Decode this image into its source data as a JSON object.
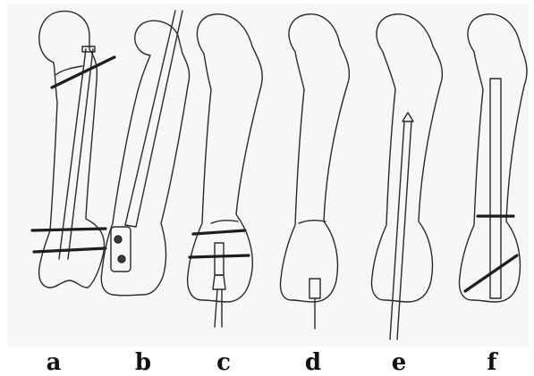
{
  "panels": [
    {
      "id": "a",
      "label": "a"
    },
    {
      "id": "b",
      "label": "b"
    },
    {
      "id": "c",
      "label": "c"
    },
    {
      "id": "d",
      "label": "d"
    },
    {
      "id": "e",
      "label": "e"
    },
    {
      "id": "f",
      "label": "f"
    }
  ],
  "colors": {
    "ink": "#2a2a2a",
    "paper": "#f8f7f5",
    "label": "#111111"
  }
}
